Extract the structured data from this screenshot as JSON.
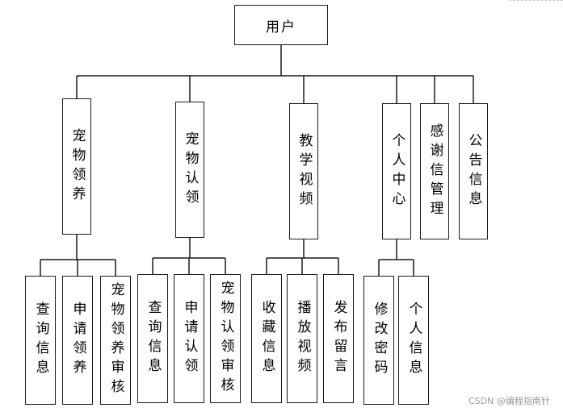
{
  "diagram": {
    "root": {
      "id": "root",
      "label": "用户"
    },
    "modules": [
      {
        "id": "pet-adopt",
        "label": "宠物领养",
        "children": [
          {
            "id": "adopt-query",
            "label": "查询信息"
          },
          {
            "id": "adopt-apply",
            "label": "申请领养"
          },
          {
            "id": "adopt-review",
            "label": "宠物领养审核"
          }
        ]
      },
      {
        "id": "pet-claim",
        "label": "宠物认领",
        "children": [
          {
            "id": "claim-query",
            "label": "查询信息"
          },
          {
            "id": "claim-apply",
            "label": "申请认领"
          },
          {
            "id": "claim-review",
            "label": "宠物认领审核"
          }
        ]
      },
      {
        "id": "teaching-video",
        "label": "教学视频",
        "children": [
          {
            "id": "video-favorite",
            "label": "收藏信息"
          },
          {
            "id": "video-play",
            "label": "播放视频"
          },
          {
            "id": "video-comment",
            "label": "发布留言"
          }
        ]
      },
      {
        "id": "personal-center",
        "label": "个人中心",
        "children": [
          {
            "id": "change-password",
            "label": "修改密码"
          },
          {
            "id": "personal-info",
            "label": "个人信息"
          }
        ]
      },
      {
        "id": "thanks-mgmt",
        "label": "感谢信管理",
        "children": []
      },
      {
        "id": "notice-info",
        "label": "公告信息",
        "children": []
      }
    ]
  },
  "watermark": "CSDN @编程指南针"
}
